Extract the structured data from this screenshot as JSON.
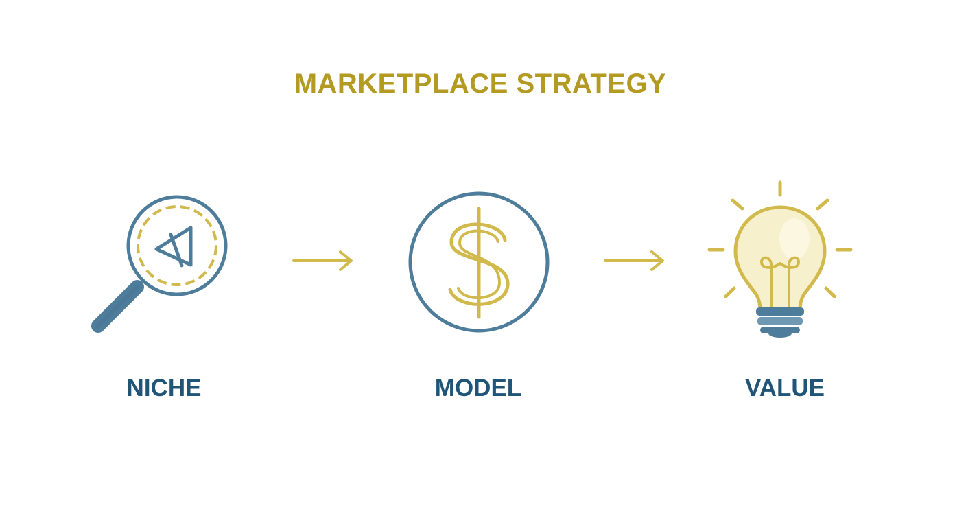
{
  "title": "MARKETPLACE STRATEGY",
  "colors": {
    "gold": "#b39a22",
    "icon_gold": "#d1b94c",
    "blue": "#4e7d9b",
    "navy": "#1f5576",
    "bulb_fill": "#f7f0cc"
  },
  "steps": [
    {
      "label": "NICHE",
      "icon": "magnifier-target-icon"
    },
    {
      "label": "MODEL",
      "icon": "dollar-sign-icon"
    },
    {
      "label": "VALUE",
      "icon": "lightbulb-icon"
    }
  ],
  "connectors": [
    "arrow-right-icon",
    "arrow-right-icon"
  ]
}
